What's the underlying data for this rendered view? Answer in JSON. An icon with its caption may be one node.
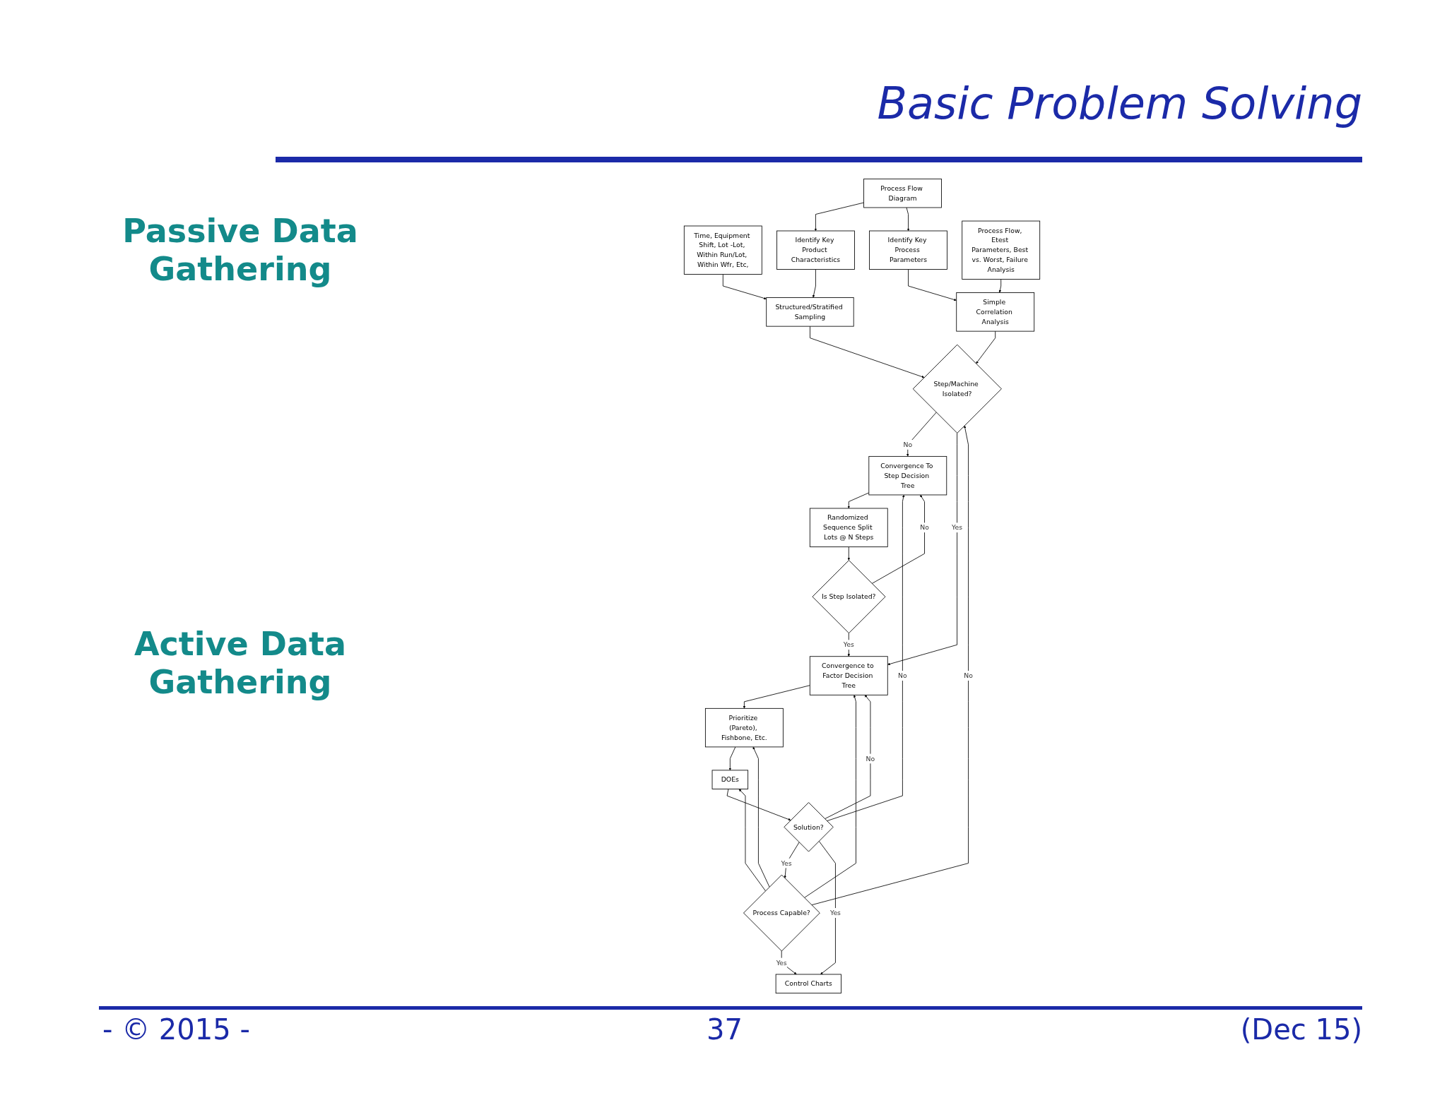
{
  "diagram": {
    "title": "Basic Problem Solving",
    "nodes": [
      {
        "text": [
          "Process Flow Diagram"
        ]
      },
      {
        "text": [
          "Identify Key Product Characteristics"
        ]
      },
      {
        "text": [
          "Identify Key Process Parameters"
        ]
      },
      {
        "text": [
          "Time, Equipment Shift, Lot -Lot, Within Run/Lot, Within Wfr, Etc,"
        ]
      },
      {
        "text": [
          "Structured/Stratified Sampling"
        ]
      },
      {
        "text": [
          "Simple Correlation Analysis"
        ]
      },
      {
        "text": [
          "Process Flow, Etest Parameters, Best vs. Worst, Failure Analysis"
        ]
      },
      {
        "text": [
          "Step/Machine Isolated?"
        ]
      },
      {
        "text": [
          "Convergence To Step Decision Tree"
        ]
      },
      {
        "text": [
          "Convergence to Factor Decision Tree"
        ]
      },
      {
        "text": [
          "Randomized Sequence Split Lots @ N Steps"
        ]
      },
      {
        "text": [
          "Prioritize (Pareto), Fishbone, Etc."
        ]
      },
      {
        "text": [
          "Is Step Isolated?"
        ]
      },
      {
        "text": [
          "DOEs"
        ]
      },
      {
        "text": [
          "Process Capable?"
        ]
      },
      {
        "text": [
          "Solution?"
        ]
      },
      {
        "text": [
          "Control Charts"
        ]
      }
    ],
    "edges": [
      {
        "from": 0,
        "to": 1,
        "arrow": "to"
      },
      {
        "from": 0,
        "to": 2,
        "arrow": "to"
      },
      {
        "from": 1,
        "to": 4,
        "arrow": "to"
      },
      {
        "from": 2,
        "to": 5,
        "arrow": "to"
      },
      {
        "from": 3,
        "to": 4,
        "arrow": "to"
      },
      {
        "from": 6,
        "to": 5,
        "arrow": "to"
      },
      {
        "from": 4,
        "to": 7,
        "arrow": "to"
      },
      {
        "from": 5,
        "to": 7,
        "arrow": "to"
      },
      {
        "from": 7,
        "to": 8,
        "label": "No",
        "arrow": "to"
      },
      {
        "from": 7,
        "to": 9,
        "label": "Yes",
        "arrow": "to"
      },
      {
        "from": 8,
        "to": 10,
        "arrow": "to"
      },
      {
        "from": 10,
        "to": 12,
        "arrow": "to"
      },
      {
        "from": 9,
        "to": 11,
        "arrow": "to"
      },
      {
        "from": 11,
        "to": 13,
        "arrow": "to"
      },
      {
        "from": 13,
        "to": 15,
        "arrow": "to"
      },
      {
        "from": 15,
        "to": 14,
        "label": "Yes",
        "arrow": "to"
      },
      {
        "from": 15,
        "to": 16,
        "label": "Yes",
        "arrow": "to"
      },
      {
        "from": 14,
        "to": 16,
        "label": "Yes",
        "arrow": "to"
      },
      {
        "from": 14,
        "to": 7,
        "label": "No",
        "arrow": "to"
      },
      {
        "from": 14,
        "to": 9,
        "arrow": "to"
      },
      {
        "from": 14,
        "to": 11,
        "arrow": "to"
      },
      {
        "from": 14,
        "to": 13,
        "arrow": "to"
      },
      {
        "from": 12,
        "to": 9,
        "label": "Yes",
        "arrow": "to"
      },
      {
        "from": 12,
        "to": 8,
        "label": "No",
        "arrow": "to"
      },
      {
        "from": 15,
        "to": 9,
        "label": "No",
        "arrow": "to"
      },
      {
        "from": 15,
        "to": 8,
        "label": "No",
        "arrow": "to"
      }
    ],
    "labels": [
      "Passive Data Gathering",
      "Active Data Gathering",
      "- © 2015 -",
      "37",
      "(Dec 15)"
    ]
  }
}
